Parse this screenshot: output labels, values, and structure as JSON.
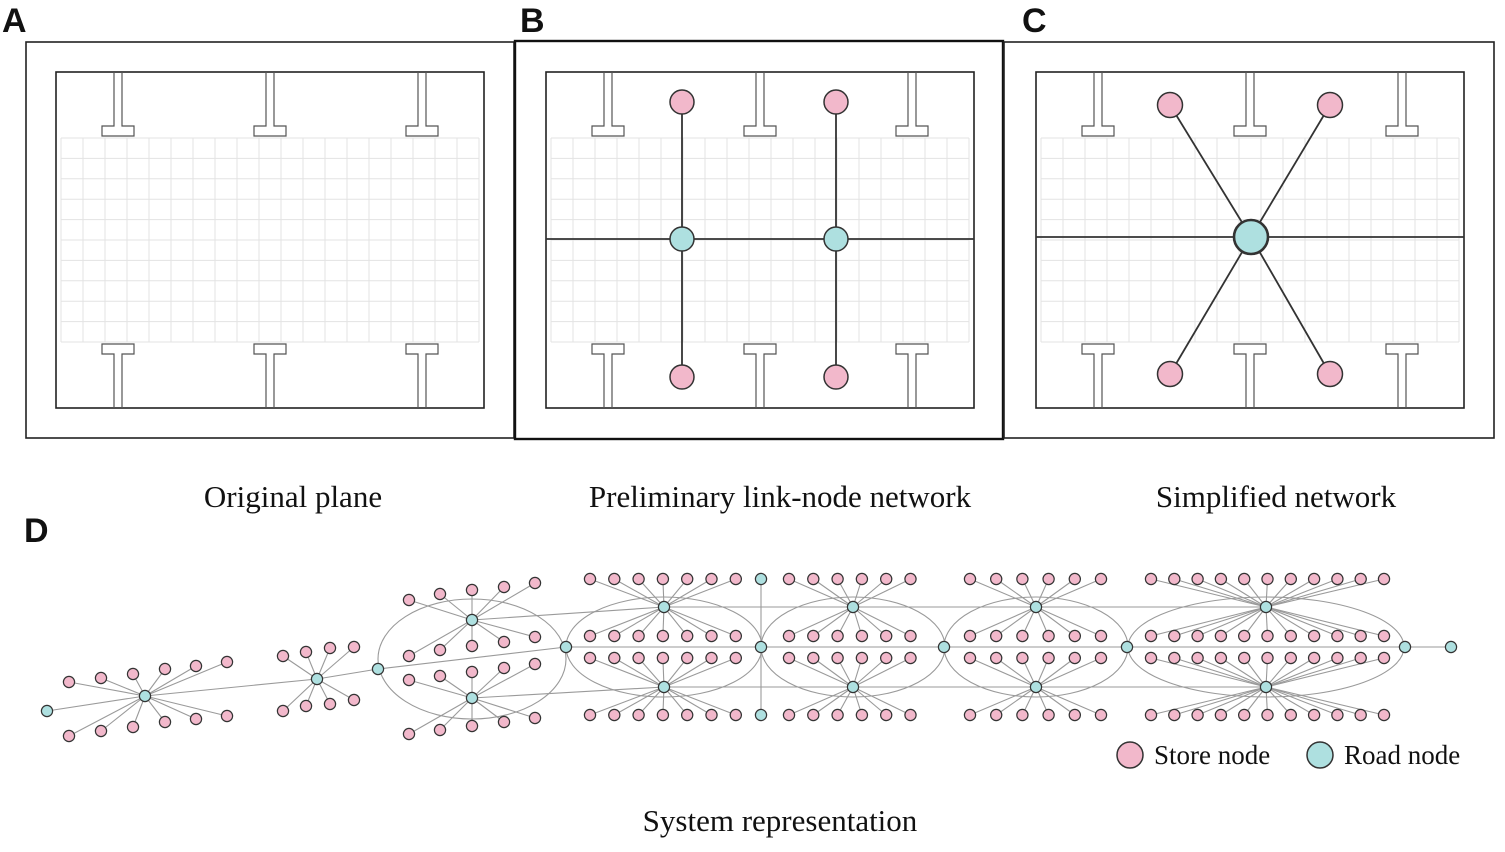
{
  "panels": {
    "a": {
      "letter": "A",
      "caption": "Original plane"
    },
    "b": {
      "letter": "B",
      "caption": "Preliminary link-node network"
    },
    "c": {
      "letter": "C",
      "caption": "Simplified network"
    },
    "d": {
      "letter": "D",
      "caption": "System representation"
    }
  },
  "legend": {
    "store_label": "Store node",
    "road_label": "Road node"
  },
  "colors": {
    "store_node": "#f2b8cb",
    "road_node": "#aee0e0",
    "frame": "#222222",
    "grid": "#e3e3e3"
  }
}
